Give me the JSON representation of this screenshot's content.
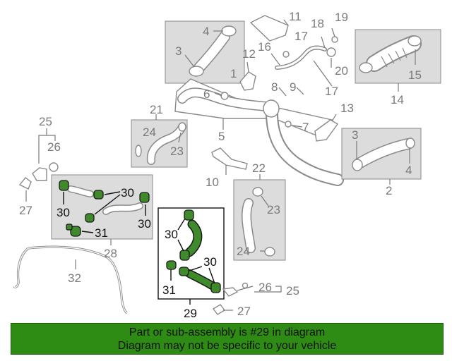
{
  "callouts": {
    "c1": "1",
    "c2": "2",
    "c3a": "3",
    "c3b": "3",
    "c4a": "4",
    "c4b": "4",
    "c5": "5",
    "c6": "6",
    "c7": "7",
    "c8": "8",
    "c9": "9",
    "c10": "10",
    "c11": "11",
    "c12": "12",
    "c13": "13",
    "c14": "14",
    "c15": "15",
    "c16": "16",
    "c17a": "17",
    "c17b": "17",
    "c18": "18",
    "c19": "19",
    "c20": "20",
    "c21": "21",
    "c22": "22",
    "c23a": "23",
    "c23b": "23",
    "c24a": "24",
    "c24b": "24",
    "c25a": "25",
    "c25b": "25",
    "c26a": "26",
    "c26b": "26",
    "c27a": "27",
    "c27b": "27",
    "c28": "28",
    "c29": "29",
    "c30a": "30",
    "c30b": "30",
    "c30c": "30",
    "c30d": "30",
    "c30e": "30",
    "c31a": "31",
    "c31b": "31",
    "c32": "32"
  },
  "highlight_color": "#2e8b14",
  "banner": {
    "line1": "Part or sub-assembly is #29 in diagram",
    "line2": "Diagram may not be specific to your vehicle"
  }
}
